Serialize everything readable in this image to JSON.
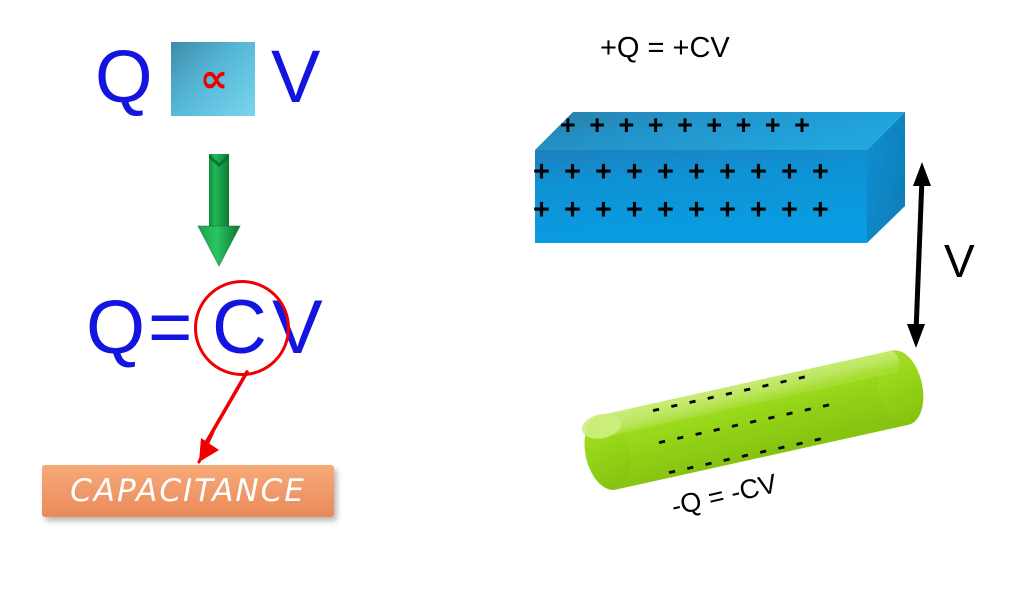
{
  "diagram": {
    "title": "Capacitance relation Q proportional to V and parallel plate capacitor",
    "colors": {
      "equation_blue": "#1414e0",
      "accent_red": "#ee0000",
      "arrow_green": "#17a24a",
      "capacitance_orange": "#f0986a",
      "plate_blue": "#1193d6",
      "plate_green": "#9ad81b",
      "text_black": "#000000"
    }
  },
  "left_panel": {
    "proportionality": {
      "left_term": "Q",
      "symbol": "∝",
      "symbol_name": "proportional-to",
      "right_term": "V"
    },
    "down_arrow_name": "green-down-arrow",
    "equation": {
      "q": "Q",
      "equals": "=",
      "c": "C",
      "v": "V",
      "highlighted_term": "C"
    },
    "pointer_arrow_name": "red-pointer-arrow",
    "callout": {
      "label": "CAPACITANCE"
    }
  },
  "right_panel": {
    "top_plate": {
      "charge_label": "+Q = +CV",
      "sign": "+",
      "rows": [
        "+ + + + + + + + +",
        "+ + + + + + + + + +",
        "+ + + + + + + + + +"
      ],
      "row_count": 3,
      "color": "#1193d6"
    },
    "bottom_plate": {
      "charge_label": "-Q = -CV",
      "sign": "-",
      "rows": [
        "- - - - - - - - -",
        "- - - - - - - - - -",
        "- - - - - - - - -"
      ],
      "row_count": 3,
      "color": "#9ad81b"
    },
    "voltage": {
      "label": "V",
      "arrow_name": "double-headed-voltage-arrow"
    }
  }
}
